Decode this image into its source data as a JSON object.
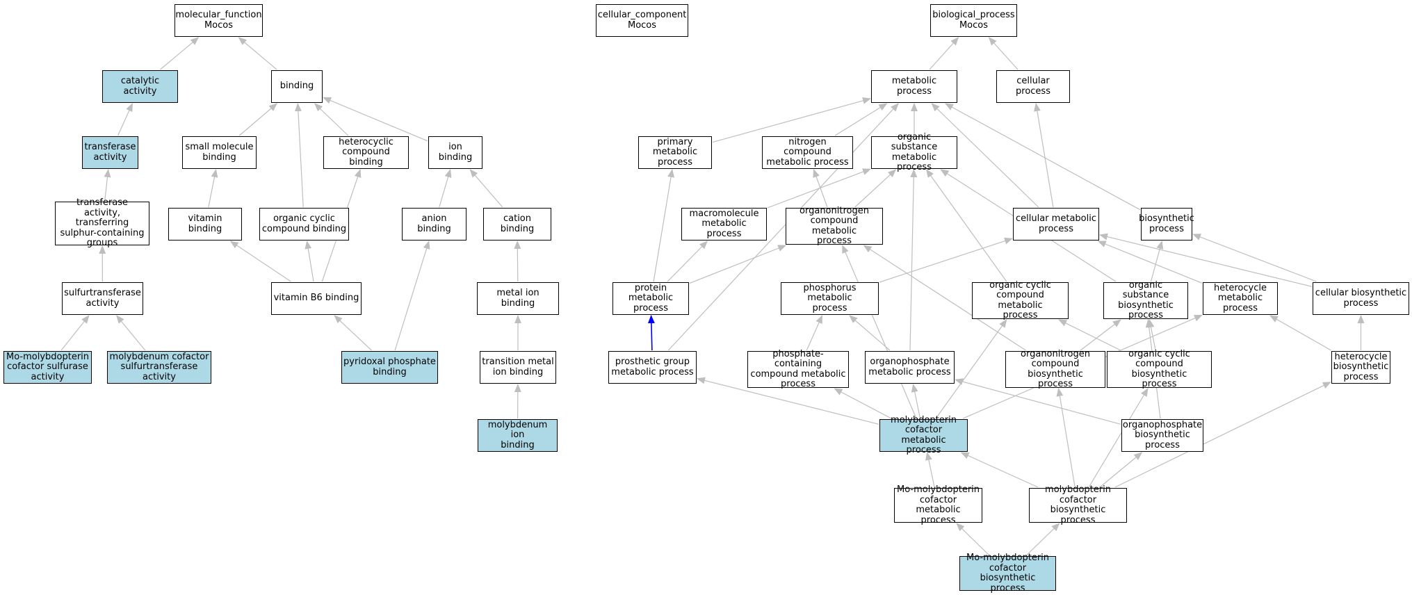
{
  "colors": {
    "highlight_fill": "#add8e6",
    "node_fill": "#ffffff",
    "node_border": "#000000",
    "edge": "#bebebe",
    "edge_emphasis": "#0000ff"
  },
  "nodes": [
    {
      "id": "mf",
      "label": "molecular_function\nMocos",
      "highlight": false
    },
    {
      "id": "cc",
      "label": "cellular_component\nMocos",
      "highlight": false
    },
    {
      "id": "bp",
      "label": "biological_process\nMocos",
      "highlight": false
    },
    {
      "id": "cat",
      "label": "catalytic activity",
      "highlight": true
    },
    {
      "id": "bind",
      "label": "binding",
      "highlight": false
    },
    {
      "id": "met",
      "label": "metabolic process",
      "highlight": false
    },
    {
      "id": "cellp",
      "label": "cellular process",
      "highlight": false
    },
    {
      "id": "trans",
      "label": "transferase\nactivity",
      "highlight": true
    },
    {
      "id": "smb",
      "label": "small molecule\nbinding",
      "highlight": false
    },
    {
      "id": "hcb",
      "label": "heterocyclic\ncompound binding",
      "highlight": false
    },
    {
      "id": "ionb",
      "label": "ion binding",
      "highlight": false
    },
    {
      "id": "pmp",
      "label": "primary metabolic\nprocess",
      "highlight": false
    },
    {
      "id": "ncmp",
      "label": "nitrogen compound\nmetabolic process",
      "highlight": false
    },
    {
      "id": "osmp",
      "label": "organic substance\nmetabolic process",
      "highlight": false
    },
    {
      "id": "tsul",
      "label": "transferase\nactivity, transferring\nsulphur-containing\ngroups",
      "highlight": false
    },
    {
      "id": "vitb",
      "label": "vitamin binding",
      "highlight": false
    },
    {
      "id": "occb",
      "label": "organic cyclic\ncompound binding",
      "highlight": false
    },
    {
      "id": "anb",
      "label": "anion binding",
      "highlight": false
    },
    {
      "id": "catb",
      "label": "cation binding",
      "highlight": false
    },
    {
      "id": "mmp",
      "label": "macromolecule\nmetabolic process",
      "highlight": false
    },
    {
      "id": "oncmp",
      "label": "organonitrogen\ncompound metabolic\nprocess",
      "highlight": false
    },
    {
      "id": "cmp",
      "label": "cellular metabolic\nprocess",
      "highlight": false
    },
    {
      "id": "bsp",
      "label": "biosynthetic\nprocess",
      "highlight": false
    },
    {
      "id": "sulf",
      "label": "sulfurtransferase\nactivity",
      "highlight": false
    },
    {
      "id": "vb6",
      "label": "vitamin B6 binding",
      "highlight": false
    },
    {
      "id": "mib",
      "label": "metal ion binding",
      "highlight": false
    },
    {
      "id": "protmp",
      "label": "protein metabolic\nprocess",
      "highlight": false
    },
    {
      "id": "phmp",
      "label": "phosphorus metabolic\nprocess",
      "highlight": false
    },
    {
      "id": "occmp",
      "label": "organic cyclic\ncompound metabolic\nprocess",
      "highlight": false
    },
    {
      "id": "osbp",
      "label": "organic substance\nbiosynthetic\nprocess",
      "highlight": false
    },
    {
      "id": "hmp",
      "label": "heterocycle\nmetabolic process",
      "highlight": false
    },
    {
      "id": "cbp",
      "label": "cellular biosynthetic\nprocess",
      "highlight": false
    },
    {
      "id": "mosulf",
      "label": "Mo-molybdopterin\ncofactor sulfurase\nactivity",
      "highlight": true
    },
    {
      "id": "mocsulf",
      "label": "molybdenum cofactor\nsulfurtransferase\nactivity",
      "highlight": true
    },
    {
      "id": "plp",
      "label": "pyridoxal phosphate\nbinding",
      "highlight": true
    },
    {
      "id": "tmib",
      "label": "transition metal\nion binding",
      "highlight": false
    },
    {
      "id": "pgmp",
      "label": "prosthetic group\nmetabolic process",
      "highlight": false
    },
    {
      "id": "pccmp",
      "label": "phosphate-containing\ncompound metabolic\nprocess",
      "highlight": false
    },
    {
      "id": "opmp",
      "label": "organophosphate\nmetabolic process",
      "highlight": false
    },
    {
      "id": "oncbp",
      "label": "organonitrogen\ncompound biosynthetic\nprocess",
      "highlight": false
    },
    {
      "id": "occbp",
      "label": "organic cyclic\ncompound biosynthetic\nprocess",
      "highlight": false
    },
    {
      "id": "hbp",
      "label": "heterocycle\nbiosynthetic\nprocess",
      "highlight": false
    },
    {
      "id": "moib",
      "label": "molybdenum ion\nbinding",
      "highlight": true
    },
    {
      "id": "mcmp",
      "label": "molybdopterin\ncofactor metabolic\nprocess",
      "highlight": true
    },
    {
      "id": "opbp",
      "label": "organophosphate\nbiosynthetic\nprocess",
      "highlight": false
    },
    {
      "id": "momcmp",
      "label": "Mo-molybdopterin\ncofactor metabolic\nprocess",
      "highlight": false
    },
    {
      "id": "mcbp",
      "label": "molybdopterin\ncofactor biosynthetic\nprocess",
      "highlight": false
    },
    {
      "id": "momcbp",
      "label": "Mo-molybdopterin\ncofactor biosynthetic\nprocess",
      "highlight": true
    }
  ],
  "edges": [
    [
      "cat",
      "mf"
    ],
    [
      "bind",
      "mf"
    ],
    [
      "met",
      "bp"
    ],
    [
      "cellp",
      "bp"
    ],
    [
      "trans",
      "cat"
    ],
    [
      "smb",
      "bind"
    ],
    [
      "hcb",
      "bind"
    ],
    [
      "ionb",
      "bind"
    ],
    [
      "occb",
      "bind"
    ],
    [
      "pmp",
      "met"
    ],
    [
      "ncmp",
      "met"
    ],
    [
      "osmp",
      "met"
    ],
    [
      "cmp",
      "met"
    ],
    [
      "bsp",
      "met"
    ],
    [
      "pgmp",
      "met"
    ],
    [
      "cmp",
      "cellp"
    ],
    [
      "tsul",
      "trans"
    ],
    [
      "vitb",
      "smb"
    ],
    [
      "vb6",
      "vitb"
    ],
    [
      "vb6",
      "occb"
    ],
    [
      "vb6",
      "hcb"
    ],
    [
      "anb",
      "ionb"
    ],
    [
      "catb",
      "ionb"
    ],
    [
      "mib",
      "catb"
    ],
    [
      "tmib",
      "mib"
    ],
    [
      "moib",
      "tmib"
    ],
    [
      "plp",
      "anb"
    ],
    [
      "plp",
      "vb6"
    ],
    [
      "sulf",
      "tsul"
    ],
    [
      "mosulf",
      "sulf"
    ],
    [
      "mocsulf",
      "sulf"
    ],
    [
      "mmp",
      "osmp"
    ],
    [
      "oncmp",
      "ncmp"
    ],
    [
      "oncmp",
      "osmp"
    ],
    [
      "occmp",
      "osmp"
    ],
    [
      "osbp",
      "osmp"
    ],
    [
      "opmp",
      "osmp"
    ],
    [
      "protmp",
      "pmp"
    ],
    [
      "protmp",
      "mmp"
    ],
    [
      "protmp",
      "oncmp"
    ],
    [
      "pgmp",
      "protmp",
      true
    ],
    [
      "phmp",
      "cmp"
    ],
    [
      "hmp",
      "cmp"
    ],
    [
      "cbp",
      "cmp"
    ],
    [
      "osbp",
      "bsp"
    ],
    [
      "cbp",
      "bsp"
    ],
    [
      "pccmp",
      "phmp"
    ],
    [
      "opmp",
      "phmp"
    ],
    [
      "oncbp",
      "oncmp"
    ],
    [
      "oncbp",
      "osbp"
    ],
    [
      "occbp",
      "occmp"
    ],
    [
      "occbp",
      "osbp"
    ],
    [
      "hbp",
      "hmp"
    ],
    [
      "hbp",
      "cbp"
    ],
    [
      "opbp",
      "osbp"
    ],
    [
      "opbp",
      "opmp"
    ],
    [
      "mcmp",
      "pgmp"
    ],
    [
      "mcmp",
      "pccmp"
    ],
    [
      "mcmp",
      "opmp"
    ],
    [
      "mcmp",
      "occmp"
    ],
    [
      "mcmp",
      "oncmp"
    ],
    [
      "mcmp",
      "hmp"
    ],
    [
      "momcmp",
      "mcmp"
    ],
    [
      "mcbp",
      "mcmp"
    ],
    [
      "mcbp",
      "oncbp"
    ],
    [
      "mcbp",
      "occbp"
    ],
    [
      "mcbp",
      "opbp"
    ],
    [
      "mcbp",
      "hbp"
    ],
    [
      "momcbp",
      "momcmp"
    ],
    [
      "momcbp",
      "mcbp"
    ]
  ]
}
